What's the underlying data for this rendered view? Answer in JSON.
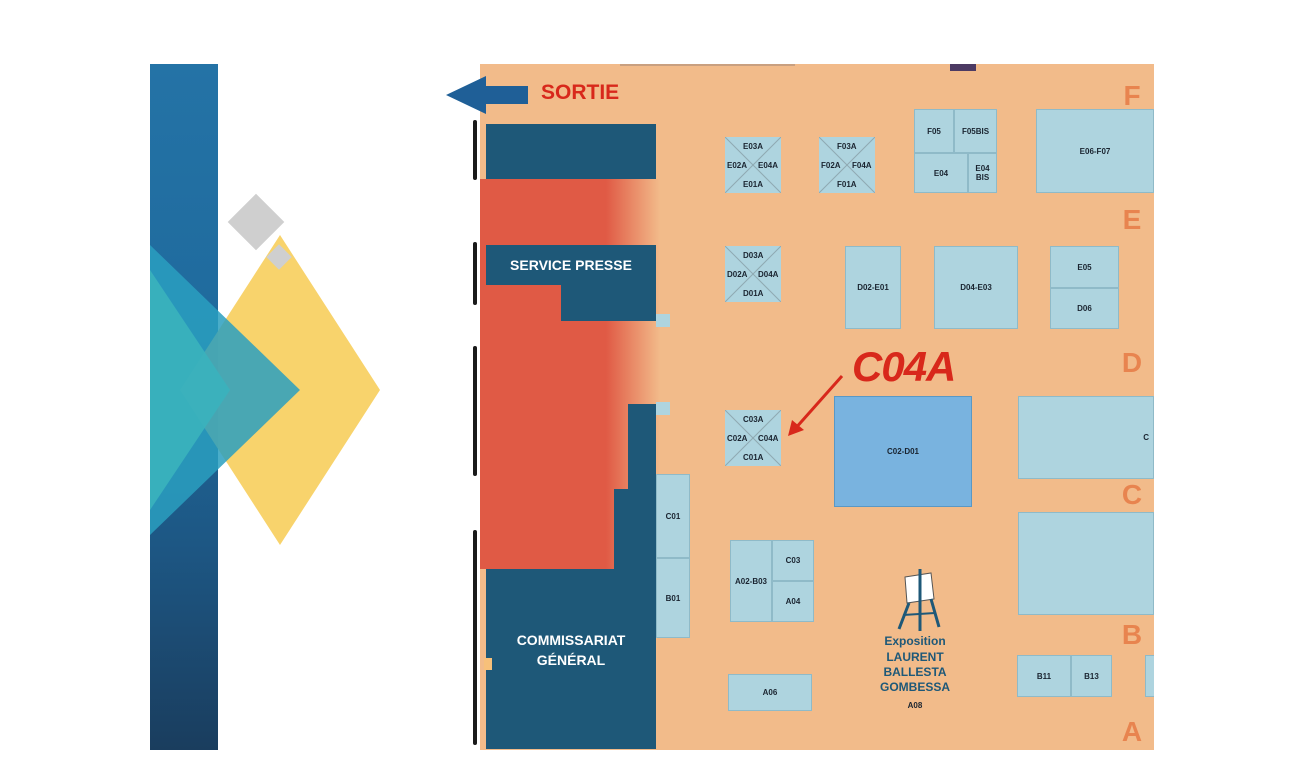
{
  "exit": {
    "label": "SORTIE"
  },
  "callout": {
    "label": "C04A"
  },
  "rows": [
    "F",
    "E",
    "D",
    "C",
    "B",
    "A"
  ],
  "areas": {
    "press": "SERVICE PRESSE",
    "commissariat_l1": "COMMISSARIAT",
    "commissariat_l2": "GÉNÉRAL"
  },
  "exhibition": {
    "l1": "Exposition",
    "l2": "LAURENT",
    "l3": "BALLESTA",
    "l4": "GOMBESSA",
    "booth": "A08"
  },
  "clusters": {
    "e": {
      "top": "E03A",
      "left": "E02A",
      "right": "E04A",
      "bottom": "E01A"
    },
    "f": {
      "top": "F03A",
      "left": "F02A",
      "right": "F04A",
      "bottom": "F01A"
    },
    "d": {
      "top": "D03A",
      "left": "D02A",
      "right": "D04A",
      "bottom": "D01A"
    },
    "c": {
      "top": "C03A",
      "left": "C02A",
      "right": "C04A",
      "bottom": "C01A"
    }
  },
  "booths": {
    "f05": "F05",
    "f05bis": "F05BIS",
    "e04": "E04",
    "e04bis_l1": "E04",
    "e04bis_l2": "BIS",
    "e06f07": "E06-F07",
    "d02e01": "D02-E01",
    "d04e03": "D04-E03",
    "e05": "E05",
    "d06": "D06",
    "c02d01": "C02-D01",
    "c_right": "C",
    "c01": "C01",
    "b01": "B01",
    "a02b03": "A02-B03",
    "c03": "C03",
    "a04": "A04",
    "a06": "A06",
    "b11": "B11",
    "b13": "B13"
  },
  "colors": {
    "floor": "#f2bb8a",
    "navy": "#1e5878",
    "red": "#e05a45",
    "booth": "#aed4df",
    "highlight": "#79b3df",
    "accent": "#d8281b"
  }
}
